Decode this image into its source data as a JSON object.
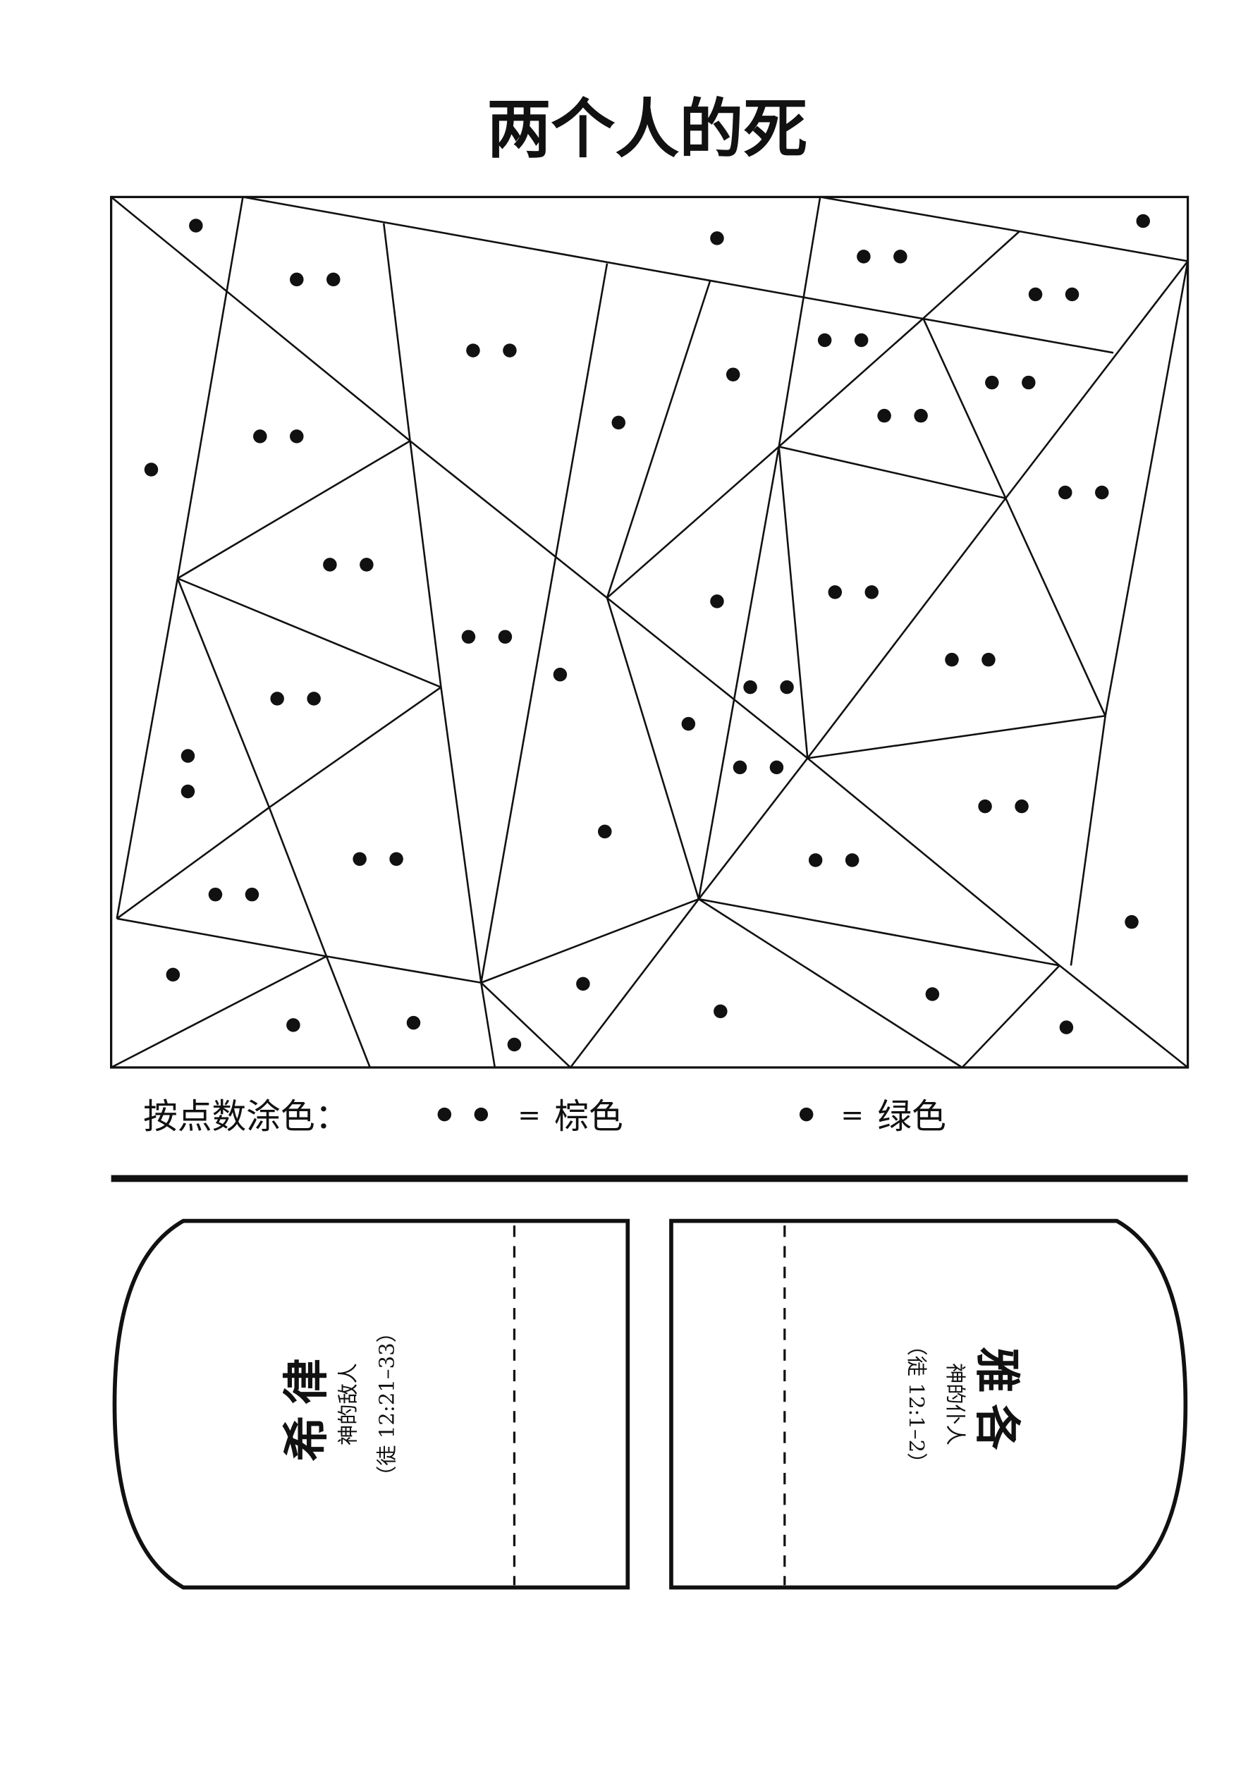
{
  "title": "两个人的死",
  "legend": {
    "instruction": "按点数涂色：",
    "two_dots_eq": "=",
    "two_dots_color": "棕色",
    "one_dot_eq": "=",
    "one_dot_color": "绿色"
  },
  "cards": [
    {
      "name": "希律",
      "role": "神的敌人",
      "ref": "（徒 12:21–33）"
    },
    {
      "name": "雅各",
      "role": "神的仆人",
      "ref": "（徒 12:1–2）"
    }
  ],
  "colors": {
    "ink": "#111111",
    "paper": "#ffffff"
  }
}
